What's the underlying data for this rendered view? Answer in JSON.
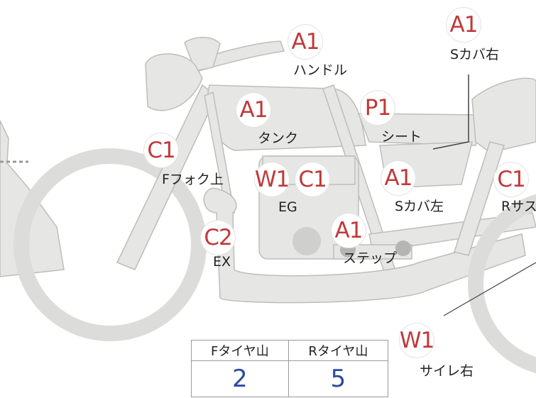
{
  "markers": [
    {
      "code": "A1",
      "label": "ハンドル"
    },
    {
      "code": "A1",
      "label": "Sカバ右"
    },
    {
      "code": "A1",
      "label": "タンク"
    },
    {
      "code": "P1",
      "label": "シート"
    },
    {
      "code": "C1",
      "label": "Fフォク上"
    },
    {
      "code": "W1",
      "label": ""
    },
    {
      "code": "C1",
      "label": "EG"
    },
    {
      "code": "A1",
      "label": "Sカバ左"
    },
    {
      "code": "C1",
      "label": "Rサス"
    },
    {
      "code": "C2",
      "label": "EX"
    },
    {
      "code": "A1",
      "label": "ステップ"
    },
    {
      "code": "W1",
      "label": "サイレ右"
    }
  ],
  "tire_table": {
    "headers": [
      "Fタイヤ山",
      "Rタイヤ山"
    ],
    "values": [
      "2",
      "5"
    ]
  },
  "colors": {
    "marker_text": "#c0393a",
    "table_value": "#2b4aa0",
    "bike_fill": "#e6e6e4",
    "bike_stroke": "#bdbdbb"
  }
}
